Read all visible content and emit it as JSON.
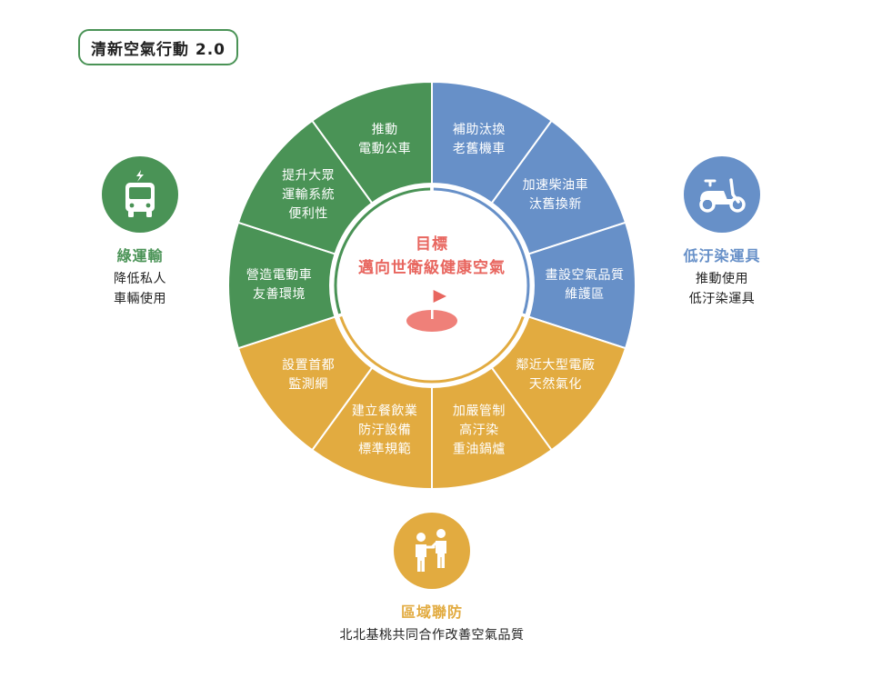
{
  "title": "清新空氣行動 2.0",
  "colors": {
    "green": "#4a9356",
    "blue": "#6790c8",
    "yellow": "#e2ab40",
    "goal_red": "#e8665f",
    "flag_ellipse": "#ef8079"
  },
  "center": {
    "line1": "目標",
    "line2": "邁向世衛級健康空氣",
    "icon": "golf-flag-icon"
  },
  "segments": [
    {
      "label": "補助汰換\n老舊機車",
      "category": "blue"
    },
    {
      "label": "加速柴油車\n汰舊換新",
      "category": "blue"
    },
    {
      "label": "畫設空氣品質\n維護區",
      "category": "blue"
    },
    {
      "label": "鄰近大型電廠\n天然氣化",
      "category": "yellow"
    },
    {
      "label": "加嚴管制\n高汙染\n重油鍋爐",
      "category": "yellow"
    },
    {
      "label": "建立餐飲業\n防汙設備\n標準規範",
      "category": "yellow"
    },
    {
      "label": "設置首都\n監測網",
      "category": "yellow"
    },
    {
      "label": "營造電動車\n友善環境",
      "category": "green"
    },
    {
      "label": "提升大眾\n運輸系統\n便利性",
      "category": "green"
    },
    {
      "label": "推動\n電動公車",
      "category": "green"
    }
  ],
  "categories": {
    "green": {
      "name": "綠運輸",
      "desc": "降低私人\n車輛使用",
      "icon": "electric-bus-icon"
    },
    "blue": {
      "name": "低汙染運具",
      "desc": "推動使用\n低汙染運具",
      "icon": "scooter-icon"
    },
    "yellow": {
      "name": "區域聯防",
      "desc": "北北基桃共同合作改善空氣品質",
      "icon": "people-cooperation-icon"
    }
  }
}
